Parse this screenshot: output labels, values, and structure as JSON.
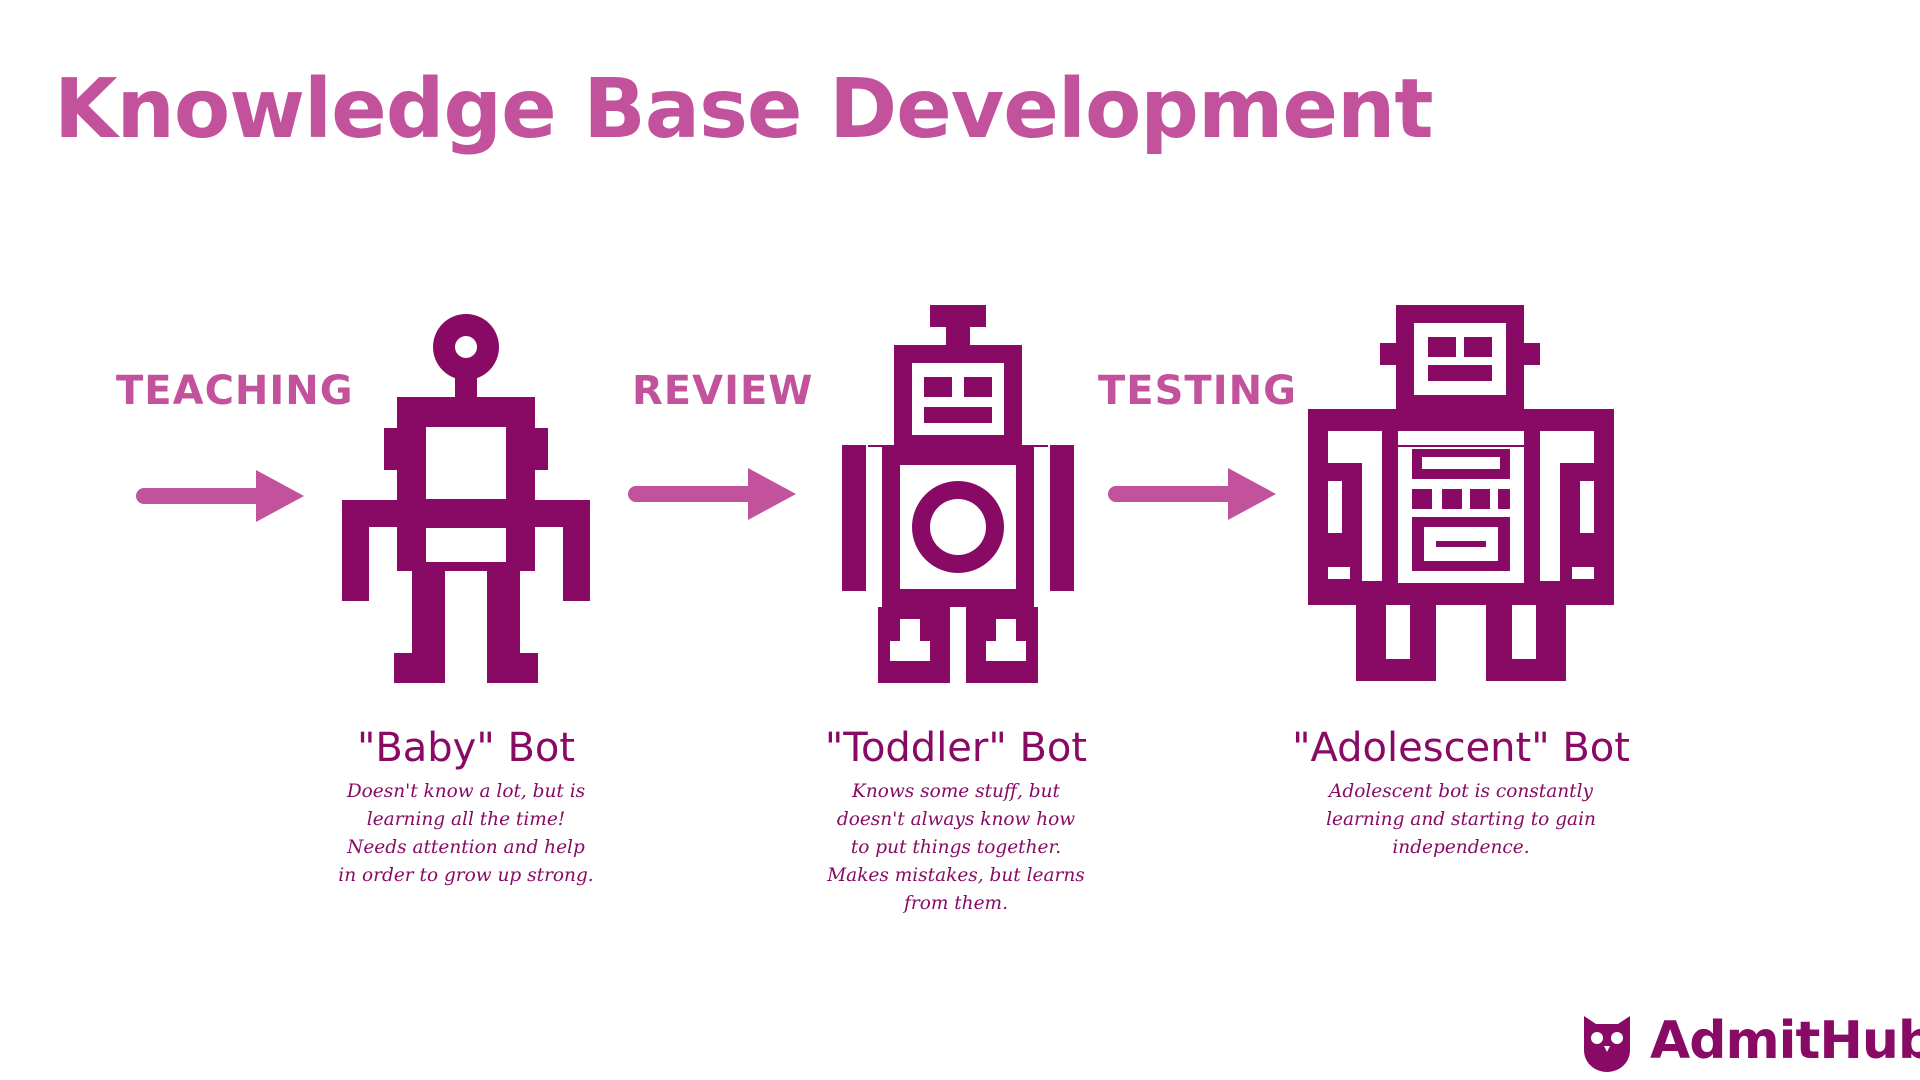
{
  "title": "Knowledge Base Development",
  "colors": {
    "accent": "#c2529c",
    "primary": "#880a64",
    "background": "#ffffff"
  },
  "stages": [
    {
      "label": "TEACHING",
      "icon": "right-arrow-icon"
    },
    {
      "label": "REVIEW",
      "icon": "right-arrow-icon"
    },
    {
      "label": "TESTING",
      "icon": "right-arrow-icon"
    }
  ],
  "bots": [
    {
      "name": "\"Baby\" Bot",
      "description": "Doesn't know a lot, but is learning all the time!   Needs attention and help in order to grow up strong.",
      "icon": "baby-robot-icon"
    },
    {
      "name": "\"Toddler\" Bot",
      "description": "Knows some stuff, but doesn't always know how to put things together.  Makes mistakes, but learns from them.",
      "icon": "toddler-robot-icon"
    },
    {
      "name": "\"Adolescent\" Bot",
      "description": "Adolescent bot is constantly learning and starting to gain independence.",
      "icon": "adolescent-robot-icon"
    }
  ],
  "logo": {
    "text": "AdmitHub",
    "icon": "owl-icon"
  }
}
